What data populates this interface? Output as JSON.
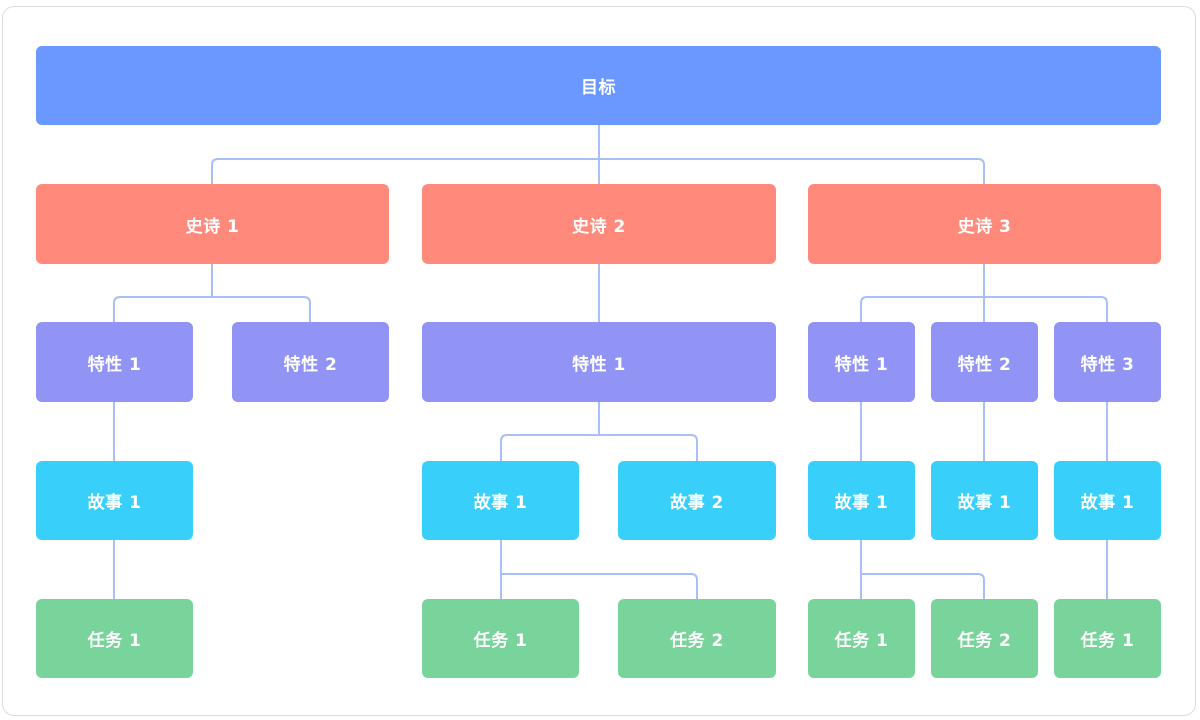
{
  "goal": {
    "label": "目标",
    "color": "#6a98fe"
  },
  "colors": {
    "epic": "#ff8a7b",
    "feature": "#9193f5",
    "story": "#38d0fb",
    "task": "#78d49a",
    "connector": "#a9c0f7"
  },
  "epics": [
    {
      "label": "史诗 1",
      "features": [
        {
          "label": "特性 1",
          "stories": [
            {
              "label": "故事 1",
              "tasks": [
                {
                  "label": "任务 1"
                }
              ]
            }
          ]
        },
        {
          "label": "特性 2",
          "stories": []
        }
      ]
    },
    {
      "label": "史诗 2",
      "features": [
        {
          "label": "特性 1",
          "stories": [
            {
              "label": "故事 1",
              "tasks": [
                {
                  "label": "任务 1"
                },
                {
                  "label": "任务 2"
                }
              ]
            },
            {
              "label": "故事 2",
              "tasks": []
            }
          ]
        }
      ]
    },
    {
      "label": "史诗 3",
      "features": [
        {
          "label": "特性 1",
          "stories": [
            {
              "label": "故事 1",
              "tasks": [
                {
                  "label": "任务 1"
                },
                {
                  "label": "任务 2"
                }
              ]
            }
          ]
        },
        {
          "label": "特性 2",
          "stories": [
            {
              "label": "故事 1",
              "tasks": []
            }
          ]
        },
        {
          "label": "特性 3",
          "stories": [
            {
              "label": "故事 1",
              "tasks": [
                {
                  "label": "任务 1"
                }
              ]
            }
          ]
        }
      ]
    }
  ]
}
